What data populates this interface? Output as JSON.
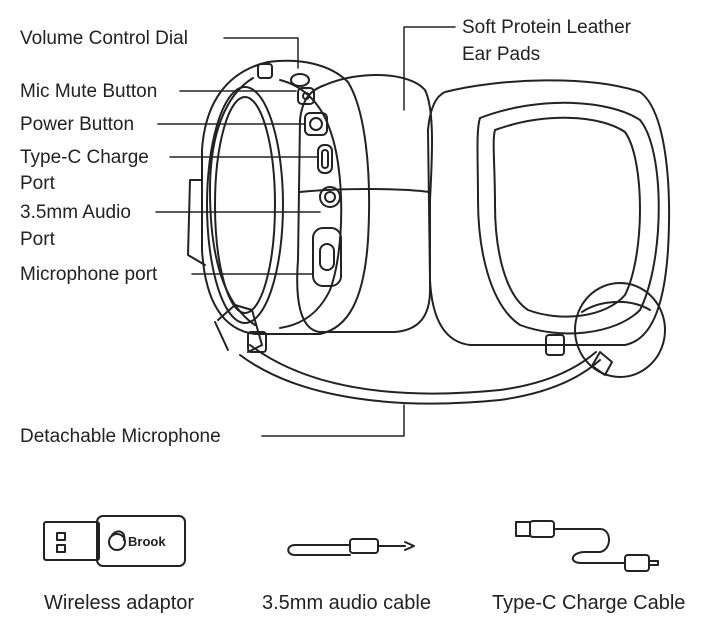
{
  "labels": {
    "volume_dial": "Volume Control Dial",
    "mic_mute": "Mic Mute Button",
    "power": "Power Button",
    "typec_port_1": "Type-C Charge",
    "typec_port_2": "Port",
    "audio_port_1": "3.5mm Audio",
    "audio_port_2": "Port",
    "mic_port": "Microphone port",
    "ear_pads_1": "Soft Protein Leather",
    "ear_pads_2": "Ear Pads",
    "detachable_mic": "Detachable Microphone"
  },
  "accessories": {
    "adaptor_caption": "Wireless adaptor",
    "adaptor_logo": "Brook",
    "audio_cable_caption": "3.5mm audio cable",
    "charge_cable_caption": "Type-C Charge Cable"
  }
}
